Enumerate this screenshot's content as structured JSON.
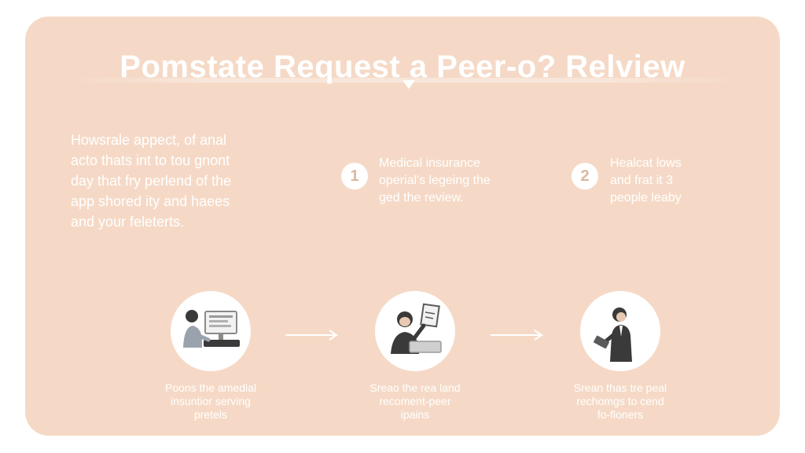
{
  "title": "Pomstate Request a Peer-o? Relview",
  "intro": {
    "lines": [
      "Howsrale appect, of anal",
      "acto thats int to tou gnont",
      "day that fry perlend of the",
      "app shored ity and haees",
      "and your feleterts."
    ]
  },
  "notes": [
    {
      "badge": "1",
      "lines": [
        "Medical insurance",
        "operial's legeing the",
        "ged the review."
      ]
    },
    {
      "badge": "2",
      "lines": [
        "Healcat lows",
        "and frat it 3",
        "people leaby"
      ]
    }
  ],
  "steps": [
    {
      "icon": "person-at-computer-icon",
      "caption": [
        "Poons the amedial",
        "insuntior serving",
        "pretels"
      ]
    },
    {
      "icon": "person-with-laptop-icon",
      "caption": [
        "Sreao the rea land",
        "recoment-peer",
        "ipains"
      ]
    },
    {
      "icon": "person-with-tablet-icon",
      "caption": [
        "Srean thas tre peal",
        "rechomgs to cend",
        "fo-floners"
      ]
    }
  ],
  "colors": {
    "card_background": "#f5d9c6",
    "text": "#ffffff",
    "badge_number": "#d9b9a3",
    "figure": "#3a3a3a"
  }
}
